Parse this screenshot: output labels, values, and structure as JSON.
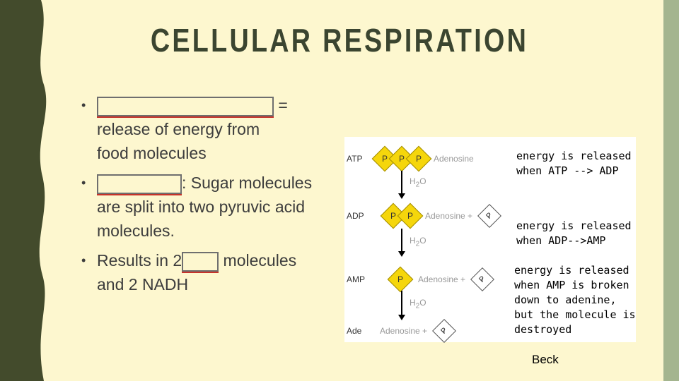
{
  "slide": {
    "title": "CELLULAR RESPIRATION",
    "bullets": {
      "b1_suffix": " =",
      "b1_line2": "release of energy from",
      "b1_line3": "food molecules",
      "b2_suffix": ": Sugar molecules",
      "b2_line2": "are split into two pyruvic acid",
      "b2_line3": "molecules.",
      "b3_prefix": "Results in 2",
      "b3_suffix": " molecules",
      "b3_line2": "and 2 NADH"
    },
    "credit": "Beck",
    "colors": {
      "background": "#fdf7cf",
      "left_band": "#434b2c",
      "right_band": "#a4b58f",
      "title": "#3b4530",
      "accent_red": "#c7332b"
    }
  },
  "diagram": {
    "row_labels": [
      "ATP",
      "ADP",
      "AMP",
      "Ade"
    ],
    "phosphate": "P",
    "pi_main": "P",
    "pi_sub": "i",
    "adenosine": "Adenosine",
    "adenosine_plus": "Adenosine +",
    "plus": "+",
    "water": "H",
    "water_sub": "2",
    "water_o": "O",
    "notes": [
      [
        "energy is released",
        "when ATP --> ADP"
      ],
      [
        "energy is released",
        "when ADP-->AMP"
      ],
      [
        "energy is released",
        "when AMP is broken",
        "down to adenine,",
        "but the molecule is",
        "destroyed"
      ]
    ]
  }
}
